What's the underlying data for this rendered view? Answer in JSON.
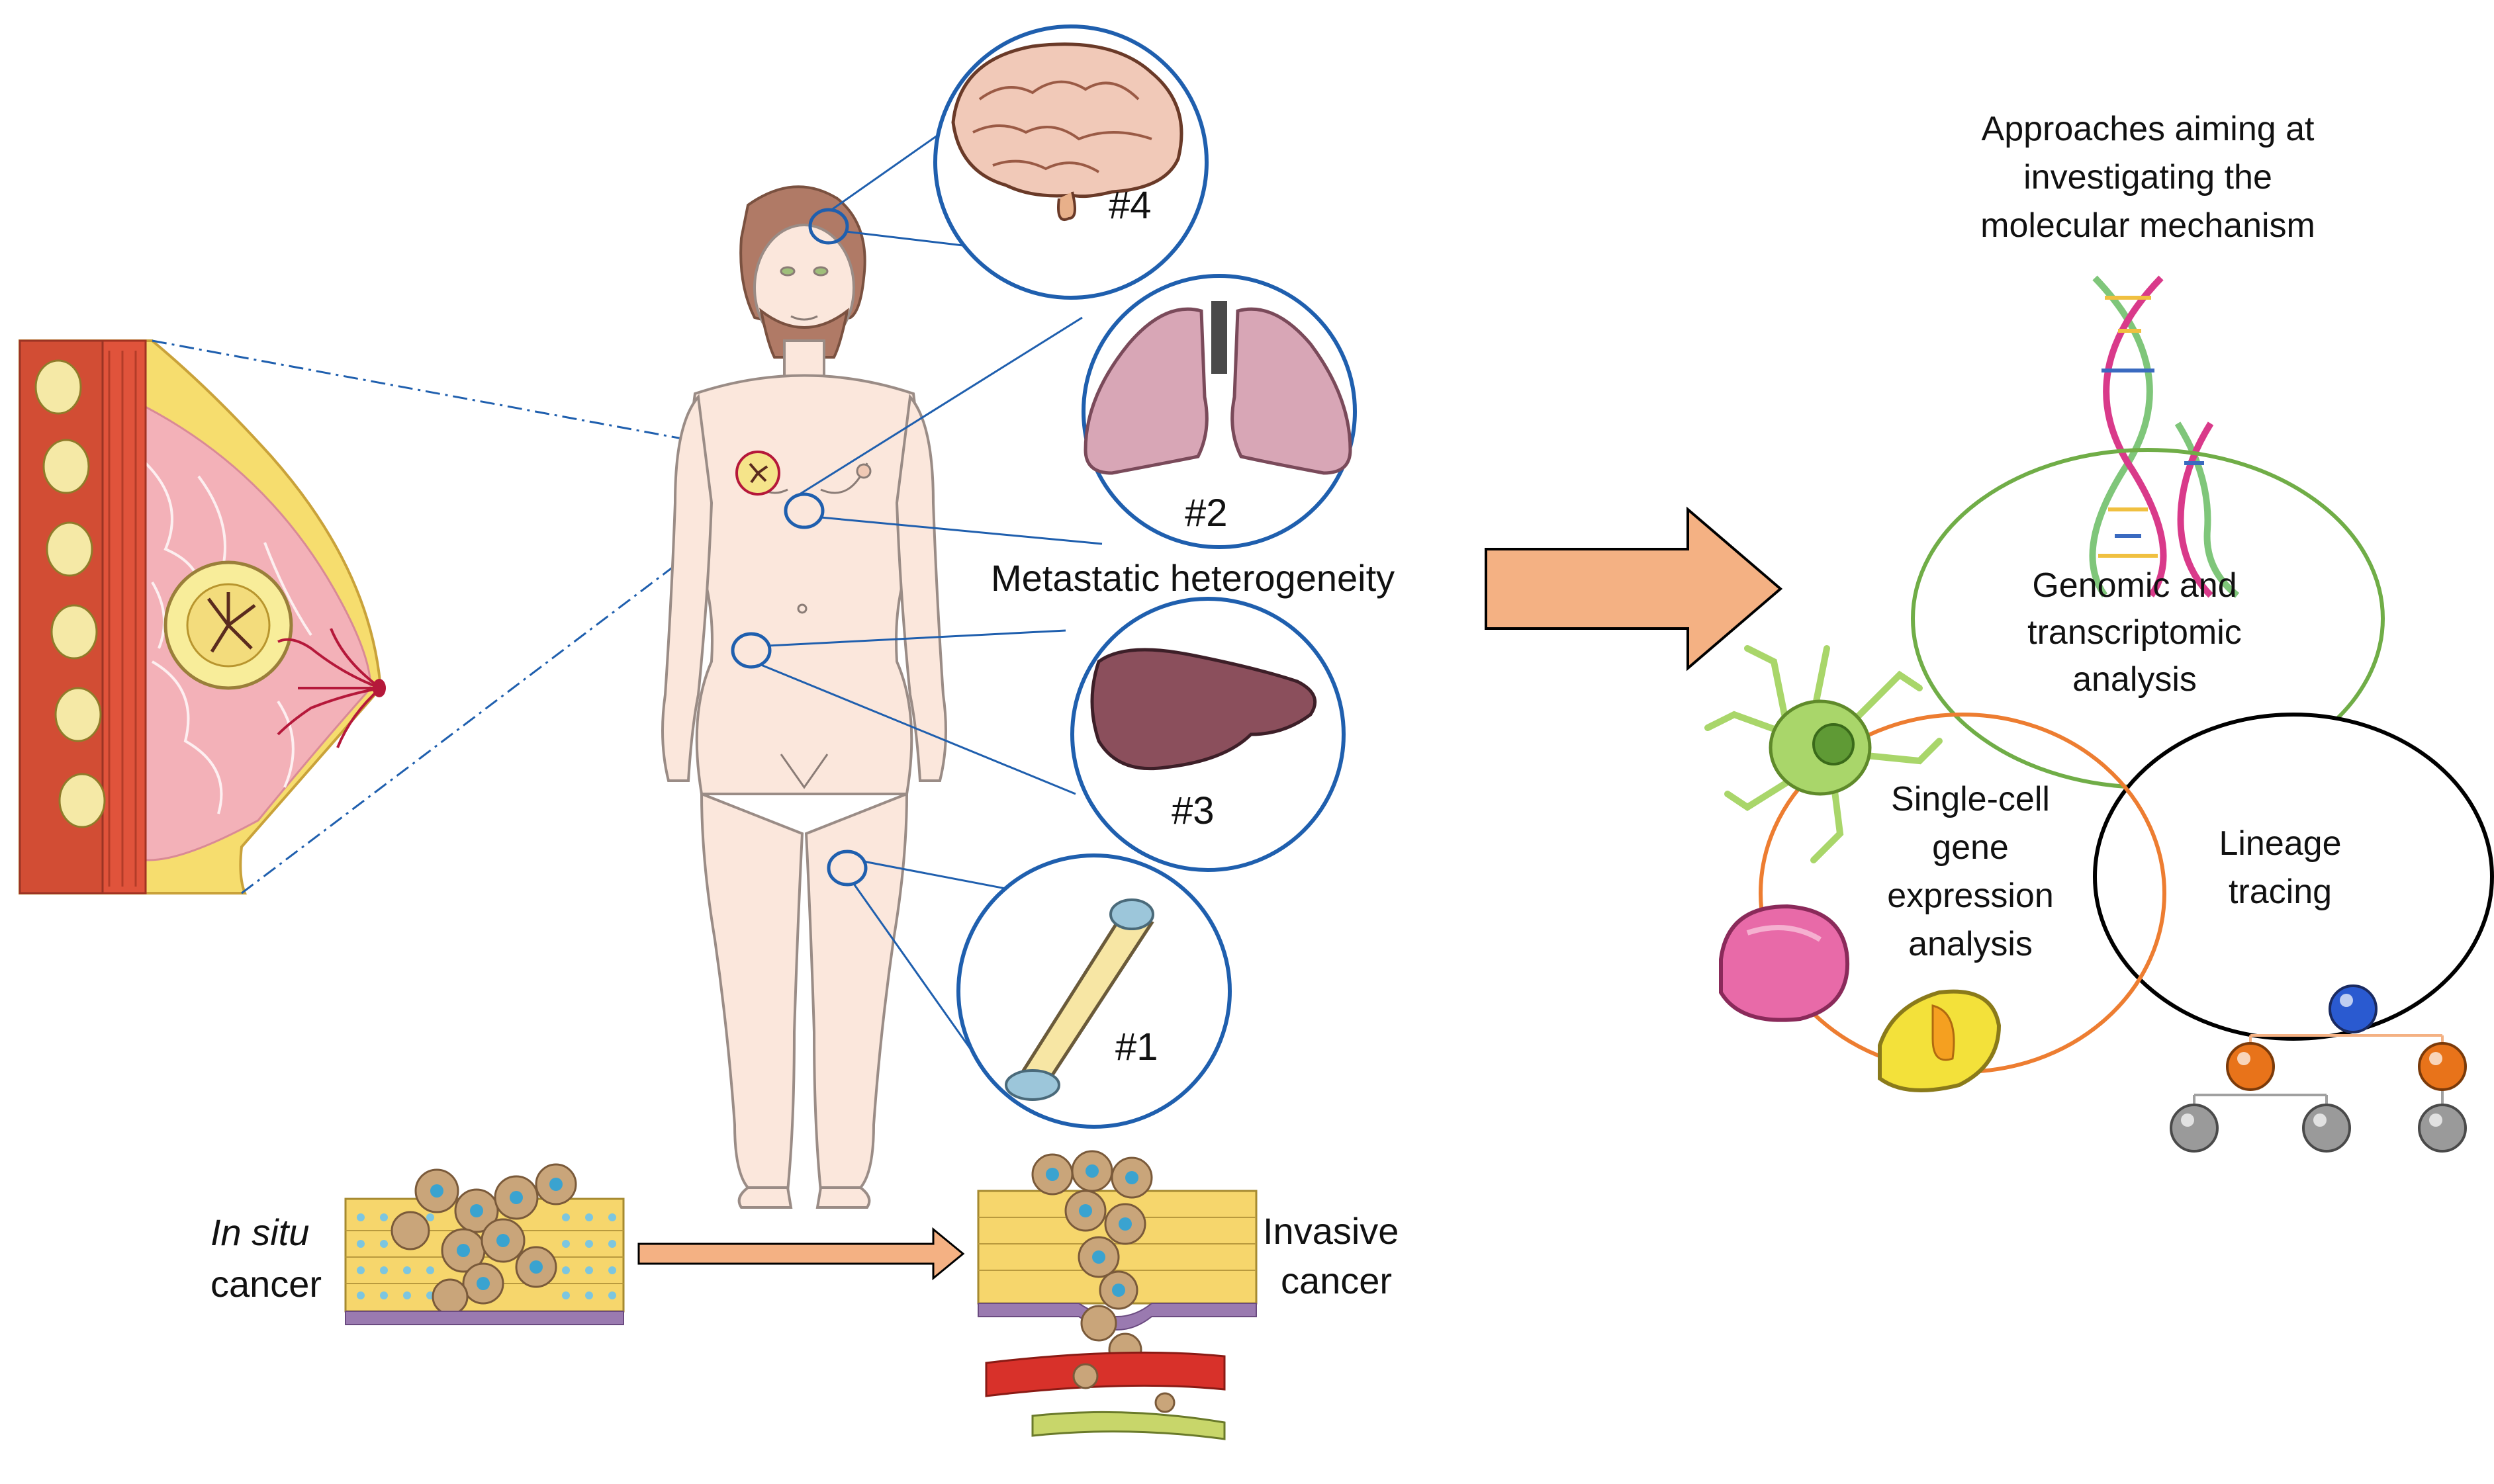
{
  "organ_labels": {
    "brain": "#4",
    "lung": "#2",
    "liver": "#3",
    "bone": "#1"
  },
  "metastatic_label": "Metastatic heterogeneity",
  "progression": {
    "in_situ_italic": "In situ",
    "in_situ_rest": "cancer",
    "invasive_line1": "Invasive",
    "invasive_line2": "cancer"
  },
  "approaches": {
    "title_lines": [
      "Approaches aiming at",
      "investigating the",
      "molecular mechanism"
    ],
    "genomic_lines": [
      "Genomic and",
      "transcriptomic",
      "analysis"
    ],
    "singlecell_lines": [
      "Single-cell",
      "gene",
      "expression",
      "analysis"
    ],
    "lineage_lines": [
      "Lineage",
      "tracing"
    ]
  },
  "colors": {
    "circle_blue": "#1f5fae",
    "arrow_fill": "#f4b183",
    "genomic_circle": "#70ad47",
    "singlecell_circle": "#ed7d31",
    "lineage_circle": "#000000",
    "skin": "#fbe7dc",
    "hair": "#b07a66"
  }
}
